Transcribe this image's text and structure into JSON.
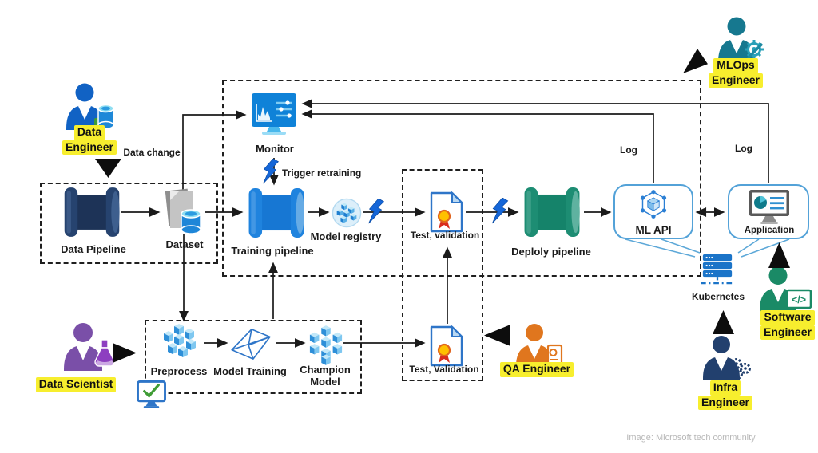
{
  "caption": "Image: Microsoft tech community",
  "labels": {
    "data_change": "Data change",
    "data_pipeline": "Data Pipeline",
    "dataset": "Dataset",
    "monitor": "Monitor",
    "trigger_retraining": "Trigger retraining",
    "training_pipeline": "Training pipeline",
    "model_registry": "Model registry",
    "test_validation_upper": "Test, validation",
    "test_validation_lower": "Test, Validation",
    "deploy_pipeline": "Deploly pipeline",
    "ml_api": "ML API",
    "application": "Application",
    "log_ml_api": "Log",
    "log_application": "Log",
    "kubernetes": "Kubernetes",
    "preprocess": "Preprocess",
    "model_training": "Model Training",
    "champion_line1": "Champion",
    "champion_line2": "Model",
    "code_glyph": "</>"
  },
  "roles": {
    "data_engineer": {
      "line1": "Data",
      "line2": "Engineer"
    },
    "mlops_engineer": {
      "line1": "MLOps",
      "line2": "Engineer"
    },
    "data_scientist": {
      "line1": "Data Scientist"
    },
    "qa_engineer": {
      "line1": "QA Engineer"
    },
    "software_engineer": {
      "line1": "Software",
      "line2": "Engineer"
    },
    "infra_engineer": {
      "line1": "Infra",
      "line2": "Engineer"
    }
  },
  "colors": {
    "highlight_yellow": "#f7ee2e",
    "data_engineer_blue": "#1162c4",
    "mlops_teal": "#16788f",
    "data_scientist_purple": "#7a4fa8",
    "qa_orange": "#e0761e",
    "software_green": "#1a8a66",
    "infra_navy": "#22406e",
    "pipeline_navy": "#1d3357",
    "pipeline_blue": "#1777d3",
    "pipeline_green": "#15836a",
    "icon_blue": "#0f82d8",
    "box_border_blue": "#53a2d8",
    "arrow_black": "#1a1a1a"
  },
  "icons": [
    "person-icon",
    "database-cylinder-icon",
    "gear-wrench-icon",
    "flask-icon",
    "clipboard-icon",
    "code-panel-icon",
    "gear-cluster-icon",
    "pipeline-barrel-icon",
    "document-icon",
    "monitor-chart-icon",
    "model-registry-sphere-icon",
    "certificate-icon",
    "network-cube-icon",
    "app-monitor-icon",
    "server-stack-icon",
    "cubes-scattered-icon",
    "wireframe-icon",
    "cubes-grid-icon",
    "check-monitor-icon",
    "lightning-icon",
    "triangle-arrow-icon"
  ]
}
